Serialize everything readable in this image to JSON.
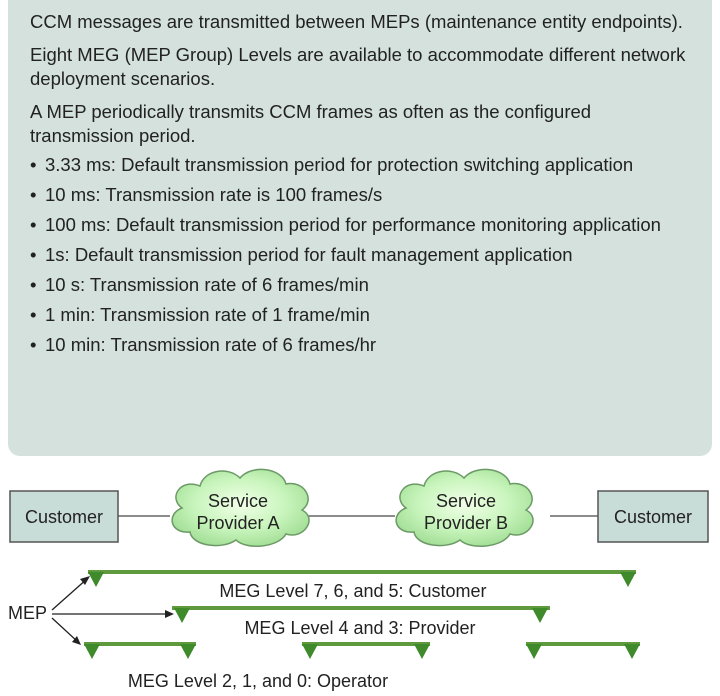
{
  "colors": {
    "panel_bg": "#d4e1dc",
    "box_fill": "#c9ddd8",
    "cloud_fill": "#bdf0b0",
    "bar": "#5f9a3e",
    "marker": "#3f8a2a"
  },
  "text_panel": {
    "paragraphs": [
      "CCM messages are transmitted between MEPs (maintenance entity endpoints).",
      "Eight MEG (MEP Group) Levels are available to accommodate different network deployment scenarios.",
      "A MEP periodically transmits CCM frames as often as the configured transmission period."
    ],
    "bullets": [
      "3.33 ms: Default transmission period for protection switching application",
      "10 ms: Transmission rate is 100 frames/s",
      "100 ms: Default transmission period for performance monitoring application",
      "1s: Default transmission period for fault management application",
      "10 s: Transmission rate of 6 frames/min",
      "1 min: Transmission rate of 1 frame/min",
      "10 min: Transmission rate of 6 frames/hr"
    ]
  },
  "diagram": {
    "customer_left": "Customer",
    "customer_right": "Customer",
    "provider_a": [
      "Service",
      "Provider A"
    ],
    "provider_b": [
      "Service",
      "Provider B"
    ],
    "mep_label": "MEP",
    "levels": [
      {
        "label": "MEG Level 7, 6, and 5: Customer"
      },
      {
        "label": "MEG Level 4 and 3: Provider"
      },
      {
        "label": "MEG Level 2, 1, and 0: Operator"
      }
    ]
  }
}
